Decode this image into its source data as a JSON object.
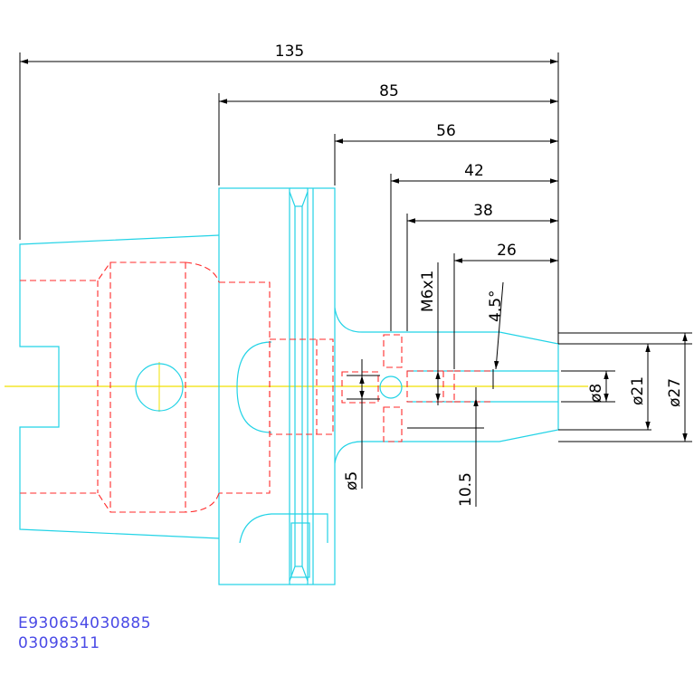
{
  "drawing": {
    "colors": {
      "outline": "#22d3e6",
      "hidden": "#ff2a2a",
      "center": "#f0e000",
      "dimension": "#000000",
      "code_text": "#4a4ae6"
    },
    "dimensions": {
      "len_135": "135",
      "len_85": "85",
      "len_56": "56",
      "len_42": "42",
      "len_38": "38",
      "len_26": "26",
      "thread": "M6x1",
      "angle": "4.5°",
      "dia_8": "ø8",
      "dia_21": "ø21",
      "dia_27": "ø27",
      "dia_5": "ø5",
      "len_10_5": "10.5"
    },
    "codes": {
      "line1": "E930654030885",
      "line2": "03098311"
    }
  }
}
